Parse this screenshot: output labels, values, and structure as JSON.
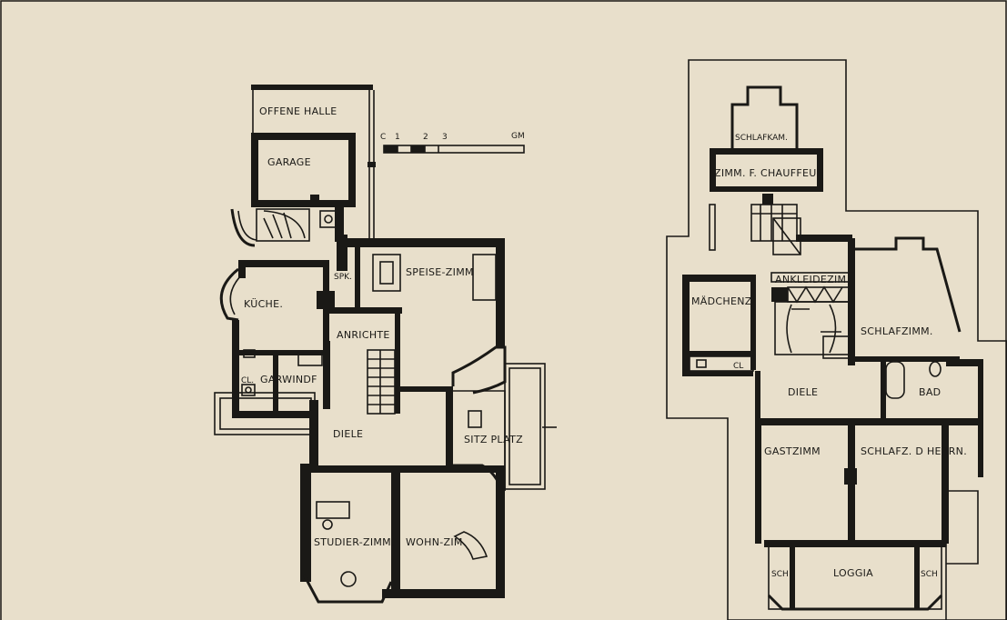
{
  "ground_floor": {
    "offene_halle": "OFFENE HALLE",
    "garage": "GARAGE",
    "kueche": "KÜCHE.",
    "spk": "SPK.",
    "speise_zimm": "SPEISE-ZIMM",
    "anrichte": "ANRICHTE",
    "cl": "CL.",
    "garwindf": "GARWINDF",
    "diele": "DIELE",
    "sitz_platz": "SITZ PLATZ",
    "studier_zimm": "STUDIER-ZIMM.",
    "wohn_zim": "WOHN-ZIM"
  },
  "scale_bar": {
    "tick_0": "C",
    "tick_1": "1",
    "tick_2": "2",
    "tick_3": "3",
    "unit": "GM"
  },
  "upper_floor": {
    "schlafkam": "SCHLAFKAM.",
    "zimm_chauffeur": "ZIMM. F. CHAUFFEUR",
    "ankleidezim": "ANKLEIDEZIM",
    "maedchenz": "MÄDCHENZ",
    "schlafzimm": "SCHLAFZIMM.",
    "cl": "CL",
    "diele": "DIELE",
    "bad": "BAD",
    "gastzimm": "GASTZIMM",
    "schlafz_herrn": "SCHLAFZ. D HERRN.",
    "sch_left": "SCH",
    "loggia": "LOGGIA",
    "sch_right": "SCH"
  },
  "colors": {
    "paper": "#e8dfcb",
    "ink": "#1a1916"
  }
}
